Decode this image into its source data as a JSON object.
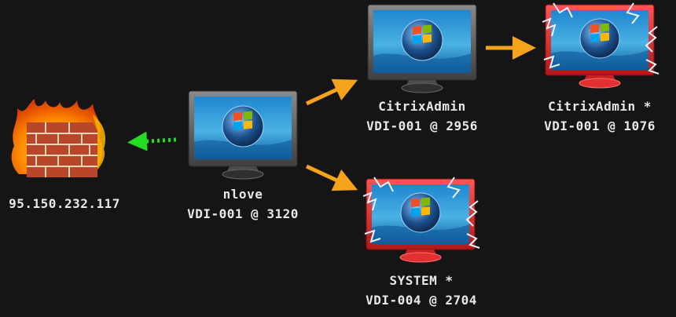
{
  "nodes": {
    "firewall": {
      "address": "95.150.232.117"
    },
    "nlove": {
      "user": "nlove",
      "session": "VDI-001 @ 3120",
      "state": "normal"
    },
    "citrixadmin": {
      "user": "CitrixAdmin",
      "session": "VDI-001 @ 2956",
      "state": "normal"
    },
    "citrixadmin_elevated": {
      "user": "CitrixAdmin *",
      "session": "VDI-001 @ 1076",
      "state": "elevated"
    },
    "system": {
      "user": "SYSTEM *",
      "session": "VDI-004 @ 2704",
      "state": "elevated"
    }
  },
  "edges": [
    {
      "from": "nlove",
      "to": "firewall",
      "style": "dotted",
      "color": "#22dd22"
    },
    {
      "from": "nlove",
      "to": "citrixadmin",
      "style": "solid",
      "color": "#f5a31a"
    },
    {
      "from": "nlove",
      "to": "system",
      "style": "solid",
      "color": "#f5a31a"
    },
    {
      "from": "citrixadmin",
      "to": "citrixadmin_elevated",
      "style": "solid",
      "color": "#f5a31a"
    }
  ],
  "colors": {
    "background": "#151515",
    "normal_monitor": "#5a5a5a",
    "elevated_monitor": "#d42a2a",
    "spark": "#eef4ff",
    "text": "#e8e8e8"
  },
  "icons": {
    "firewall": "burning-brick-wall-icon",
    "host": "monitor-windows-logo-icon"
  }
}
